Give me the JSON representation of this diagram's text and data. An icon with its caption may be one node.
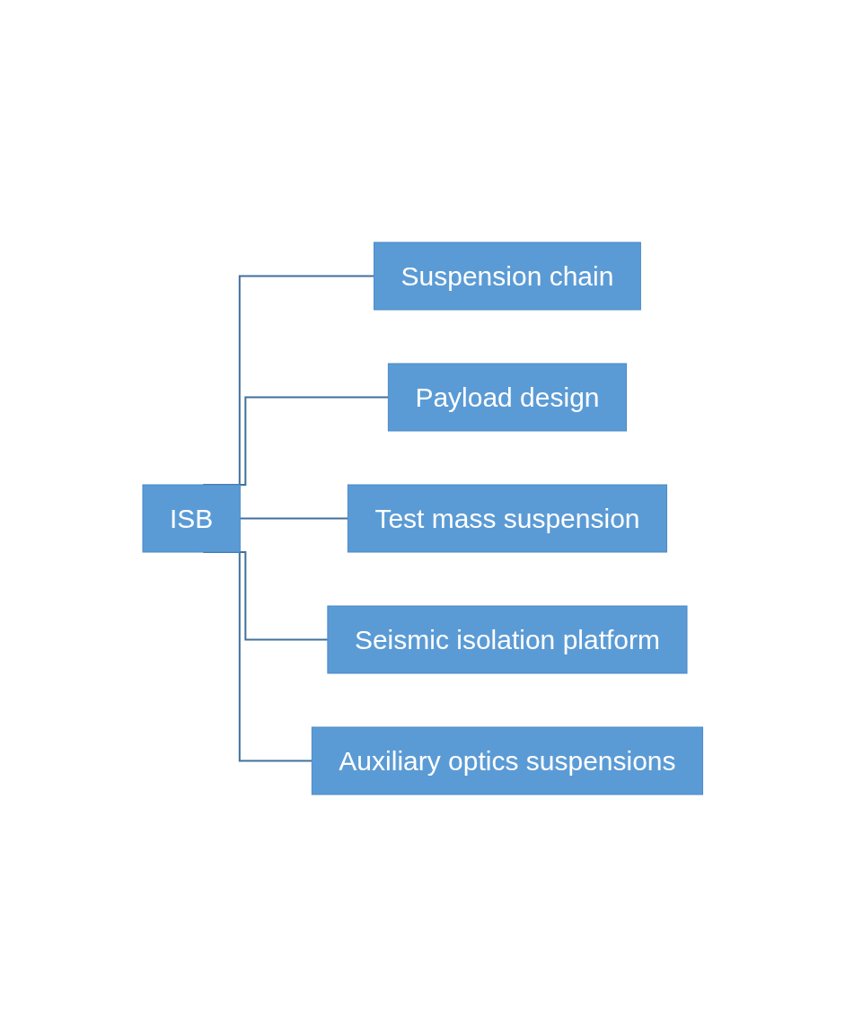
{
  "diagram": {
    "nodes": [
      {
        "text": [
          "ISB"
        ]
      },
      {
        "text": [
          "Suspension chain"
        ]
      },
      {
        "text": [
          "Payload design"
        ]
      },
      {
        "text": [
          "Test mass suspension"
        ]
      },
      {
        "text": [
          "Seismic isolation platform"
        ]
      },
      {
        "text": [
          "Auxiliary optics suspensions"
        ]
      }
    ],
    "edges": [
      {
        "from": 0,
        "to": 1,
        "arrow": "none"
      },
      {
        "from": 0,
        "to": 2,
        "arrow": "none"
      },
      {
        "from": 0,
        "to": 3,
        "arrow": "none"
      },
      {
        "from": 0,
        "to": 4,
        "arrow": "none"
      },
      {
        "from": 0,
        "to": 5,
        "arrow": "none"
      }
    ]
  }
}
